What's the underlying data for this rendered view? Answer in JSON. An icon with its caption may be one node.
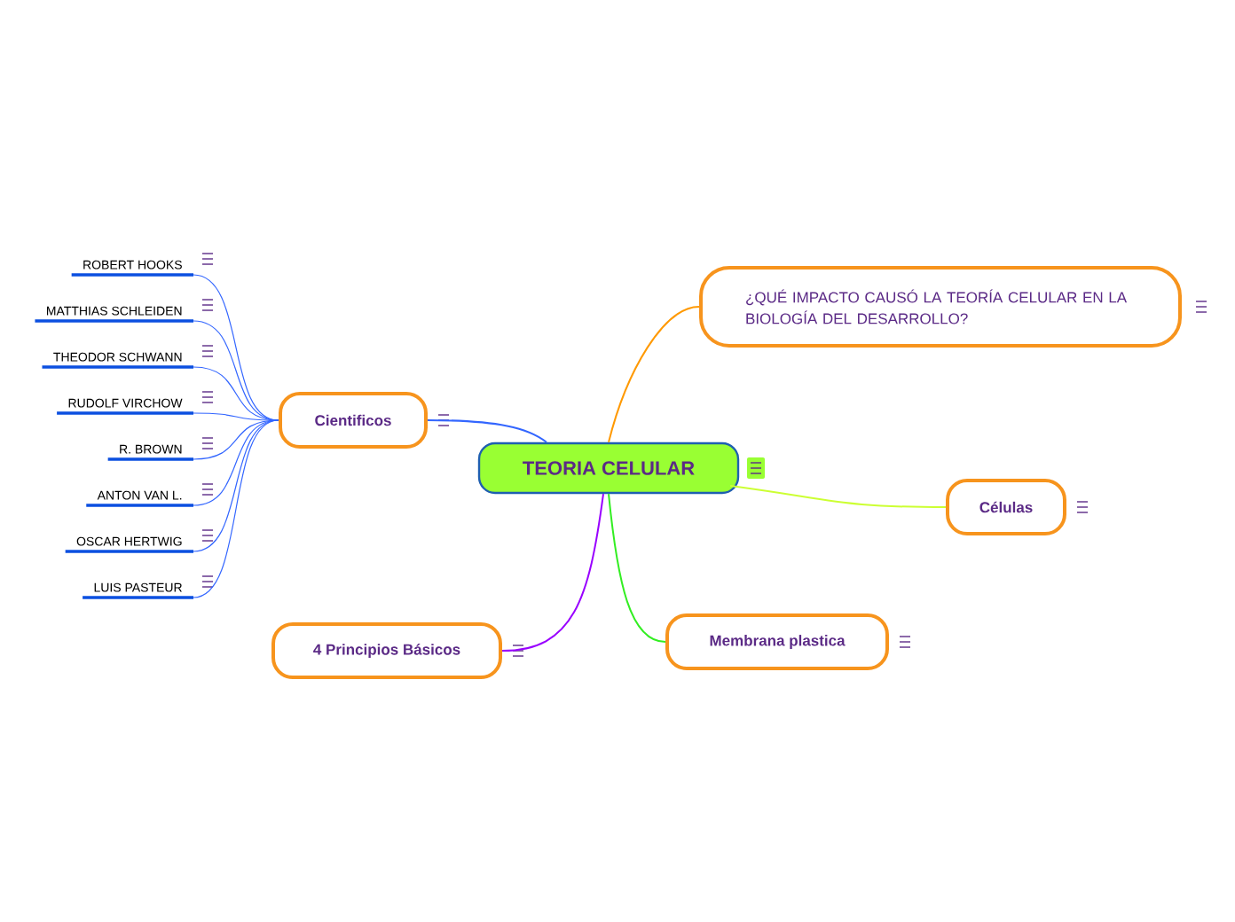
{
  "diagram": {
    "nodes": [
      {
        "text": [
          "TEORIA CELULAR"
        ]
      },
      {
        "text": [
          "Cientificos"
        ]
      },
      {
        "text": [
          "¿QUÉ IMPACTO CAUSÓ LA TEORÍA CELULAR EN LA BIOLOGÍA DEL DESARROLLO?"
        ]
      },
      {
        "text": [
          "Células"
        ]
      },
      {
        "text": [
          "Membrana plastica"
        ]
      },
      {
        "text": [
          "4 Principios Básicos"
        ]
      },
      {
        "text": [
          "ROBERT HOOKS"
        ]
      },
      {
        "text": [
          "MATTHIAS SCHLEIDEN"
        ]
      },
      {
        "text": [
          "THEODOR SCHWANN"
        ]
      },
      {
        "text": [
          "RUDOLF VIRCHOW"
        ]
      },
      {
        "text": [
          "R. BROWN"
        ]
      },
      {
        "text": [
          "ANTON VAN L."
        ]
      },
      {
        "text": [
          "OSCAR HERTWIG"
        ]
      },
      {
        "text": [
          "LUIS PASTEUR"
        ]
      }
    ],
    "edges": [
      {
        "from": 0,
        "to": 1,
        "arrow": "none"
      },
      {
        "from": 0,
        "to": 2,
        "arrow": "none",
        "color": "#ff9900"
      },
      {
        "from": 0,
        "to": 3,
        "arrow": "none",
        "color": "#ccff33"
      },
      {
        "from": 0,
        "to": 4,
        "arrow": "none",
        "color": "#33ee22"
      },
      {
        "from": 0,
        "to": 5,
        "arrow": "none",
        "color": "#9900ff"
      },
      {
        "from": 1,
        "to": 6,
        "arrow": "none"
      },
      {
        "from": 1,
        "to": 7,
        "arrow": "none"
      },
      {
        "from": 1,
        "to": 8,
        "arrow": "none"
      },
      {
        "from": 1,
        "to": 9,
        "arrow": "none"
      },
      {
        "from": 1,
        "to": 10,
        "arrow": "none"
      },
      {
        "from": 1,
        "to": 11,
        "arrow": "none"
      },
      {
        "from": 1,
        "to": 12,
        "arrow": "none"
      },
      {
        "from": 1,
        "to": 13,
        "arrow": "none"
      }
    ]
  }
}
